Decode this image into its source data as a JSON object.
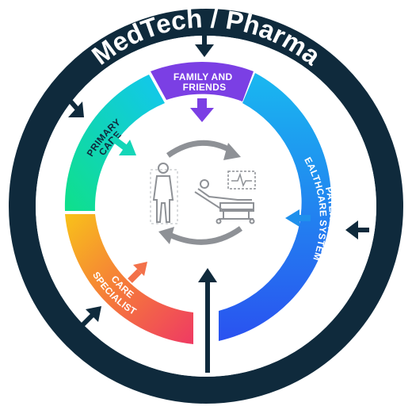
{
  "diagram": {
    "outer_ring_title": "MedTech / Pharma",
    "segments": {
      "family": {
        "line1": "FAMILY AND",
        "line2": "FRIENDS"
      },
      "primary": {
        "line1": "PRIMARY",
        "line2": "CARE"
      },
      "payers": {
        "line1": "PAYERS,",
        "line2": "HEALTHCARE SYSTEMS"
      },
      "specialist": {
        "line1": "SPECIALIST",
        "line2": "CARE"
      }
    },
    "center": {
      "icons": [
        "person-standing-icon",
        "patient-in-bed-icon",
        "ecg-monitor-icon",
        "cycle-arrows-icon"
      ]
    },
    "colors": {
      "outer_ring": "#0f2a3c",
      "family": "#7b3fe4",
      "primary_from": "#0fe08a",
      "primary_to": "#12c6f0",
      "payers_from": "#19b8f0",
      "payers_to": "#2a5bf0",
      "specialist_from": "#f8c21a",
      "specialist_to": "#ef3a63",
      "icon_gray": "#8e9196"
    }
  }
}
